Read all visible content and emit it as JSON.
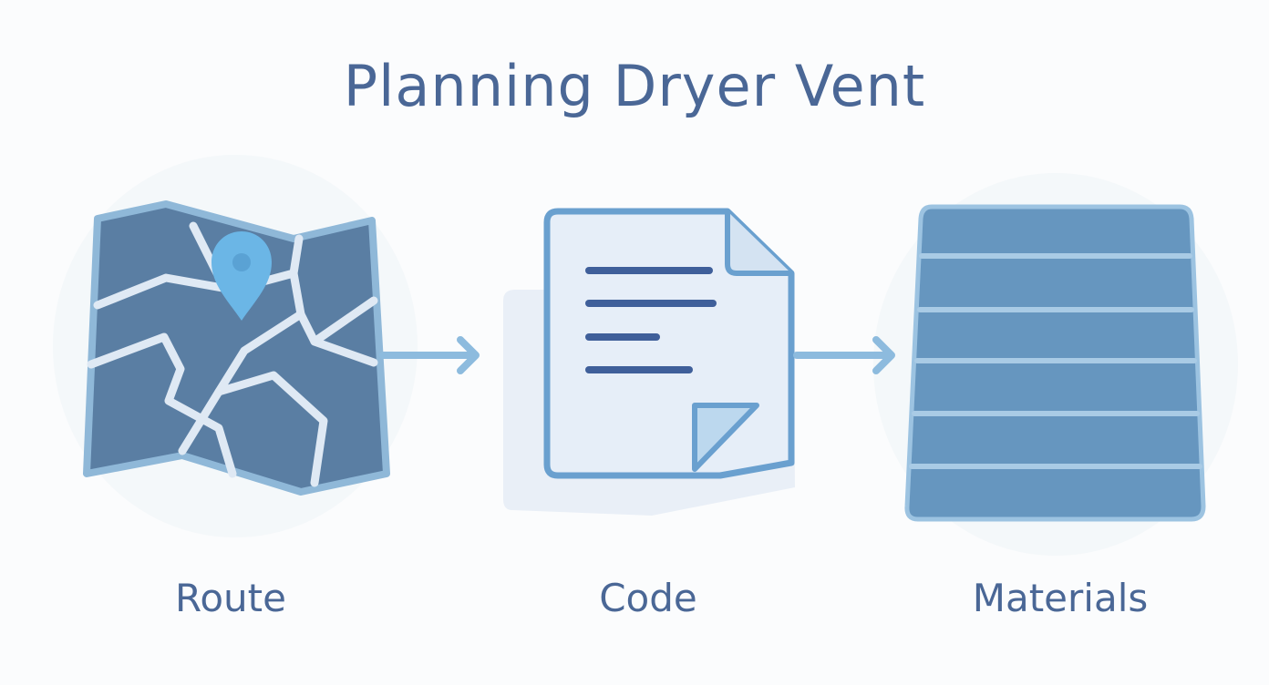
{
  "title": "Planning Dryer Vent",
  "steps": [
    {
      "label": "Route",
      "icon": "map-with-pin-icon"
    },
    {
      "label": "Code",
      "icon": "document-icon"
    },
    {
      "label": "Materials",
      "icon": "stacked-boards-icon"
    }
  ],
  "colors": {
    "title_text": "#4a6796",
    "map_fill": "#5a7ea3",
    "map_stroke": "#8fb8d8",
    "pin": "#6bb6e6",
    "document_fill": "#e6eef8",
    "document_stroke": "#6aa0cf",
    "document_lines": "#3f5f9a",
    "materials_fill": "#6696bf",
    "materials_stroke": "#9cc3e1",
    "arrow": "#8dbbde"
  }
}
